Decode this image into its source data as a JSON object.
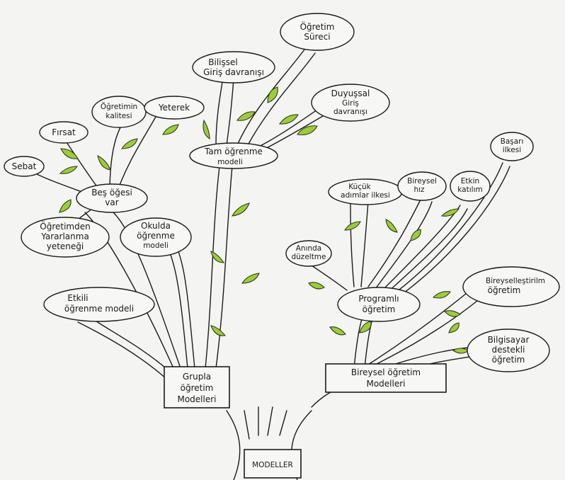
{
  "root": {
    "label": "MODELLER"
  },
  "branches": {
    "grup": {
      "line1": "Grupla",
      "line2": "öğretim",
      "line3": "Modelleri"
    },
    "bireysel": {
      "line1": "Bireysel öğretim",
      "line2": "Modelleri"
    }
  },
  "nodes": {
    "tam_ogrenme": {
      "line1": "Tam öğrenme",
      "line2": "modeli"
    },
    "ogretim_sureci": {
      "line1": "Öğretim",
      "line2": "Süreci"
    },
    "bilissel": {
      "line1": "Bilişsel",
      "line2": "Giriş davranışı"
    },
    "duyussal": {
      "line1": "Duyuşsal",
      "line2": "Giriş",
      "line3": "davranışı"
    },
    "bes_ogesi": {
      "line1": "Beş öğesi",
      "line2": "var"
    },
    "sebat": {
      "line1": "Sebat"
    },
    "firsat": {
      "line1": "Fırsat"
    },
    "ogretim_kalitesi": {
      "line1": "Öğretimin",
      "line2": "kalitesi"
    },
    "yeterek": {
      "line1": "Yeterek"
    },
    "ogretimden_yararlanma": {
      "line1": "Öğretimden",
      "line2": "Yararlanma",
      "line3": "yeteneği"
    },
    "okulda_ogrenme": {
      "line1": "Okulda",
      "line2": "öğrenme",
      "line3": "modeli"
    },
    "etkili_ogrenme": {
      "line1": "Etkili",
      "line2": "öğrenme modeli"
    },
    "programli": {
      "line1": "Programlı",
      "line2": "öğretim"
    },
    "kucuk_adimlar": {
      "line1": "Küçük",
      "line2": "adımlar ilkesi"
    },
    "bireysel_hiz": {
      "line1": "Bireysel",
      "line2": "hız"
    },
    "etkin_katilim": {
      "line1": "Etkin",
      "line2": "katılım"
    },
    "basari": {
      "line1": "Başarı",
      "line2": "ilkesi"
    },
    "aninda_duzeltme": {
      "line1": "Anında",
      "line2": "düzeltme"
    },
    "bireysellestirilmis": {
      "line1": "Bireyselleştirilm",
      "line2": "öğretim"
    },
    "bilgisayar_destekli": {
      "line1": "Bilgisayar",
      "line2": "destekli",
      "line3": "öğretim"
    }
  },
  "colors": {
    "leaf": "#9ccc3c",
    "ink": "#1b1b1b",
    "paper": "#f4f4f2"
  }
}
